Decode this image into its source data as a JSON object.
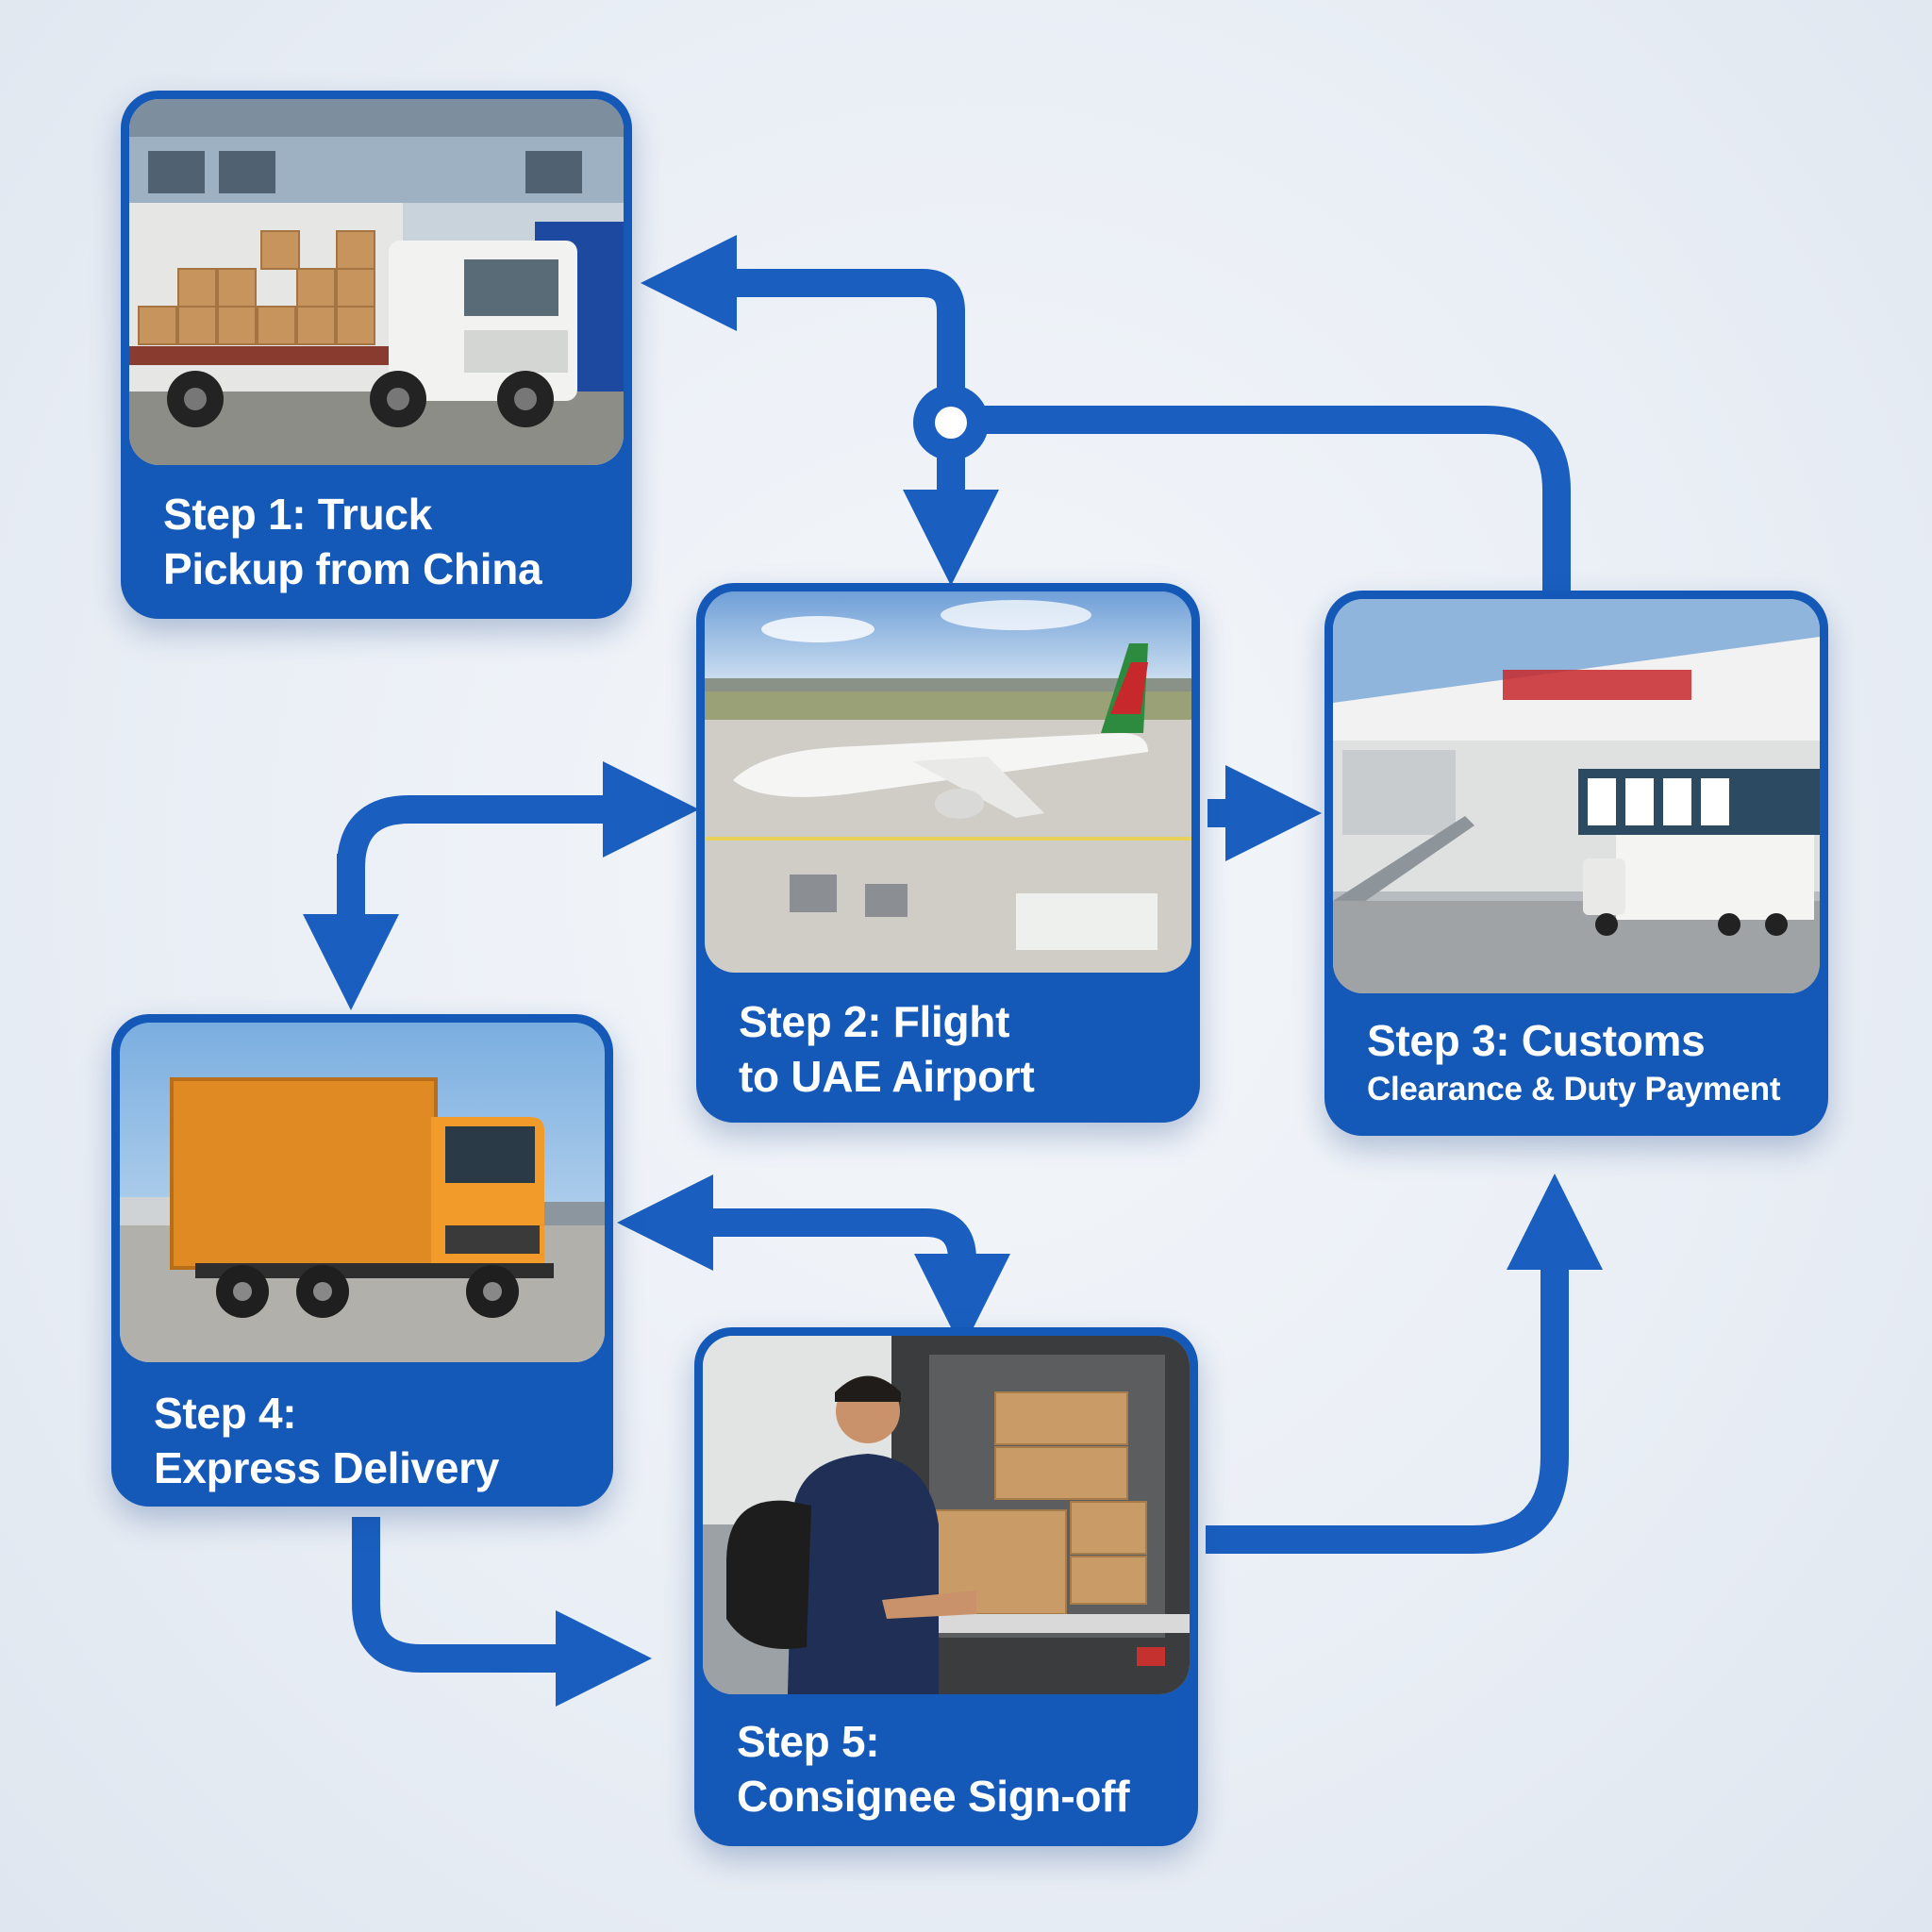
{
  "steps": [
    {
      "id": 1,
      "line1": "Step 1: Truck",
      "line2": "Pickup from China"
    },
    {
      "id": 2,
      "line1": "Step 2: Flight",
      "line2": "to UAE Airport"
    },
    {
      "id": 3,
      "line1": "Step 3: Customs",
      "line2": "Clearance & Duty Payment"
    },
    {
      "id": 4,
      "line1": "Step 4:",
      "line2": "Express Delivery"
    },
    {
      "id": 5,
      "line1": "Step 5:",
      "line2": "Consignee Sign-off"
    }
  ],
  "colors": {
    "accent": "#1458b8",
    "connector": "#1a5fbf",
    "caption_text": "#ffffff"
  },
  "icons": [
    "hub-node-icon",
    "arrow-head-icon"
  ]
}
